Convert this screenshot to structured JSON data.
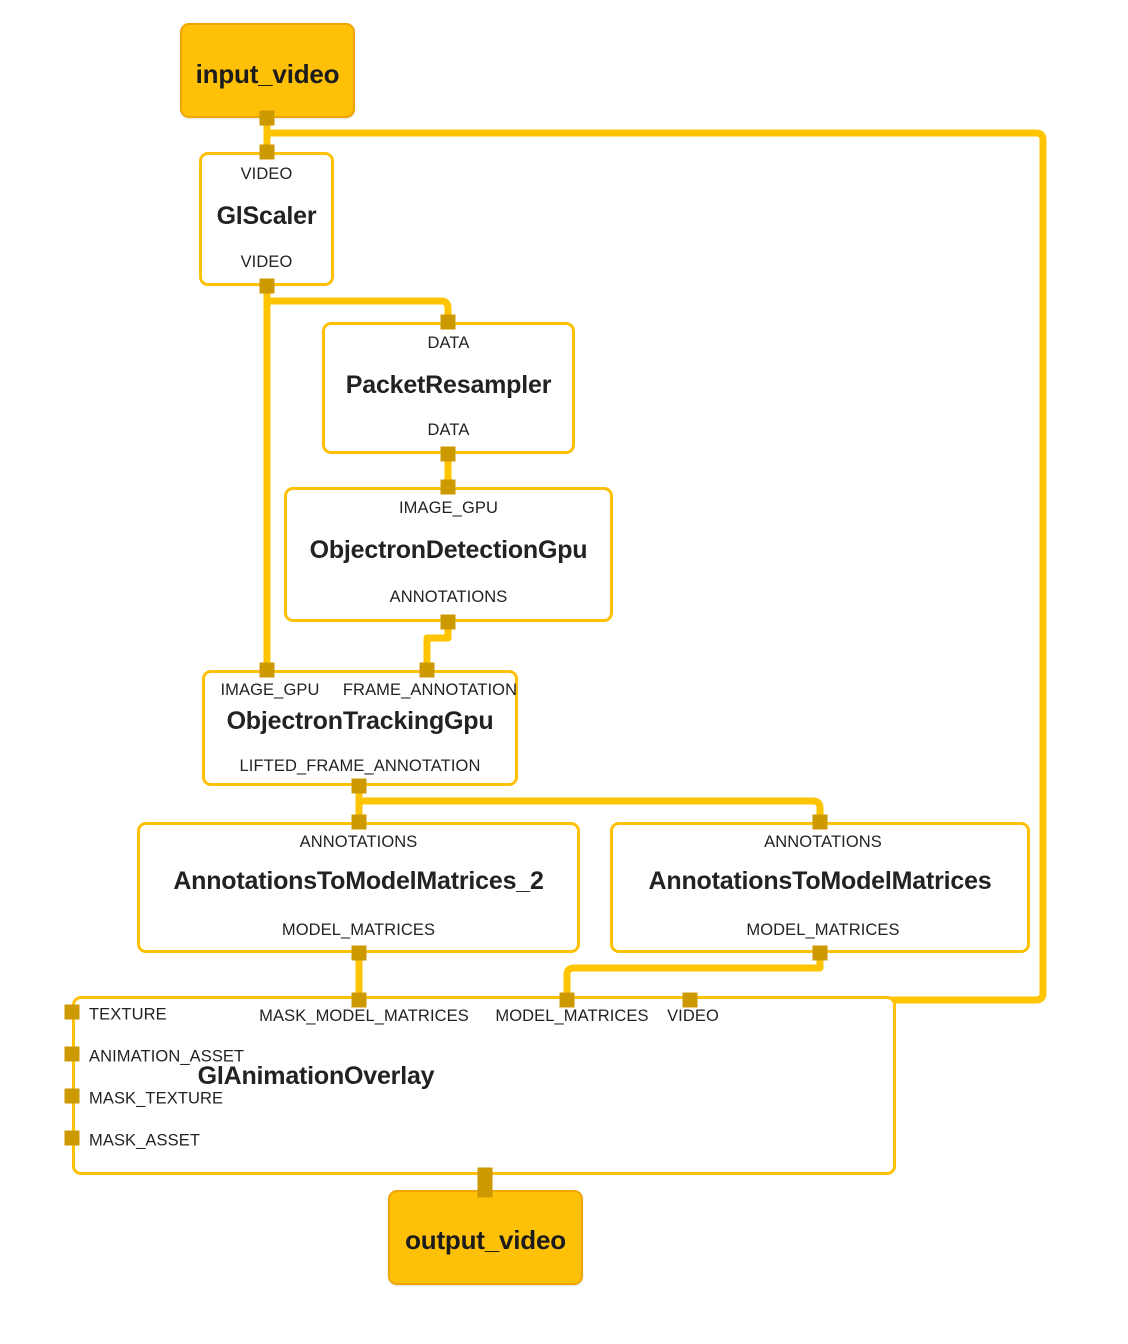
{
  "diagram": {
    "kind": "mediapipe-calculator-graph",
    "colors": {
      "edge": "#FFC400",
      "port": "#CC9A00",
      "node_border": "#FFC107",
      "node_fill": "#FFFFFF",
      "terminal_fill": "#FFC107",
      "terminal_border": "#F0A500",
      "text": "#222222",
      "background": "#FFFFFF"
    }
  },
  "nodes": {
    "input_video": {
      "title": "input_video",
      "type": "terminal"
    },
    "gl_scaler": {
      "title": "GlScaler",
      "type": "calculator",
      "inputs": [
        "VIDEO"
      ],
      "outputs": [
        "VIDEO"
      ]
    },
    "packet_resampler": {
      "title": "PacketResampler",
      "type": "calculator",
      "inputs": [
        "DATA"
      ],
      "outputs": [
        "DATA"
      ]
    },
    "objectron_detection_gpu": {
      "title": "ObjectronDetectionGpu",
      "type": "calculator",
      "inputs": [
        "IMAGE_GPU"
      ],
      "outputs": [
        "ANNOTATIONS"
      ]
    },
    "objectron_tracking_gpu": {
      "title": "ObjectronTrackingGpu",
      "type": "calculator",
      "inputs": [
        "IMAGE_GPU",
        "FRAME_ANNOTATION"
      ],
      "outputs": [
        "LIFTED_FRAME_ANNOTATION"
      ]
    },
    "annotations_to_model_matrices_2": {
      "title": "AnnotationsToModelMatrices_2",
      "type": "calculator",
      "inputs": [
        "ANNOTATIONS"
      ],
      "outputs": [
        "MODEL_MATRICES"
      ]
    },
    "annotations_to_model_matrices": {
      "title": "AnnotationsToModelMatrices",
      "type": "calculator",
      "inputs": [
        "ANNOTATIONS"
      ],
      "outputs": [
        "MODEL_MATRICES"
      ]
    },
    "gl_animation_overlay": {
      "title": "GlAnimationOverlay",
      "type": "calculator",
      "inputs_left": [
        "TEXTURE",
        "ANIMATION_ASSET",
        "MASK_TEXTURE",
        "MASK_ASSET"
      ],
      "inputs_top": [
        "MASK_MODEL_MATRICES",
        "MODEL_MATRICES",
        "VIDEO"
      ],
      "outputs": []
    },
    "output_video": {
      "title": "output_video",
      "type": "terminal"
    }
  },
  "labels": {
    "input_video_title": "input_video",
    "gl_scaler_title": "GlScaler",
    "gl_scaler_in_video": "VIDEO",
    "gl_scaler_out_video": "VIDEO",
    "packet_resampler_title": "PacketResampler",
    "packet_resampler_in_data": "DATA",
    "packet_resampler_out_data": "DATA",
    "objectron_detection_title": "ObjectronDetectionGpu",
    "objectron_detection_in_image_gpu": "IMAGE_GPU",
    "objectron_detection_out_annotations": "ANNOTATIONS",
    "objectron_tracking_title": "ObjectronTrackingGpu",
    "objectron_tracking_in_image_gpu": "IMAGE_GPU",
    "objectron_tracking_in_frame_annotation": "FRAME_ANNOTATION",
    "objectron_tracking_out_lifted": "LIFTED_FRAME_ANNOTATION",
    "atmm2_title": "AnnotationsToModelMatrices_2",
    "atmm2_in_annotations": "ANNOTATIONS",
    "atmm2_out_model_matrices": "MODEL_MATRICES",
    "atmm_title": "AnnotationsToModelMatrices",
    "atmm_in_annotations": "ANNOTATIONS",
    "atmm_out_model_matrices": "MODEL_MATRICES",
    "overlay_title": "GlAnimationOverlay",
    "overlay_in_texture": "TEXTURE",
    "overlay_in_animation_asset": "ANIMATION_ASSET",
    "overlay_in_mask_texture": "MASK_TEXTURE",
    "overlay_in_mask_asset": "MASK_ASSET",
    "overlay_in_mask_model_matrices": "MASK_MODEL_MATRICES",
    "overlay_in_model_matrices": "MODEL_MATRICES",
    "overlay_in_video": "VIDEO",
    "output_video_title": "output_video"
  },
  "edges": [
    {
      "from": "input_video",
      "to": "gl_scaler.VIDEO",
      "stream": "input_video"
    },
    {
      "from": "input_video",
      "to": "gl_animation_overlay.VIDEO",
      "stream": "input_video"
    },
    {
      "from": "gl_scaler.VIDEO",
      "to": "packet_resampler.DATA",
      "stream": "scaled_video"
    },
    {
      "from": "gl_scaler.VIDEO",
      "to": "objectron_tracking_gpu.IMAGE_GPU",
      "stream": "scaled_video"
    },
    {
      "from": "packet_resampler.DATA",
      "to": "objectron_detection_gpu.IMAGE_GPU",
      "stream": "sampled_video"
    },
    {
      "from": "objectron_detection_gpu.ANNOTATIONS",
      "to": "objectron_tracking_gpu.FRAME_ANNOTATION",
      "stream": "detected_objects"
    },
    {
      "from": "objectron_tracking_gpu.LIFTED_FRAME_ANNOTATION",
      "to": "annotations_to_model_matrices_2.ANNOTATIONS",
      "stream": "lifted_objects"
    },
    {
      "from": "objectron_tracking_gpu.LIFTED_FRAME_ANNOTATION",
      "to": "annotations_to_model_matrices.ANNOTATIONS",
      "stream": "lifted_objects"
    },
    {
      "from": "annotations_to_model_matrices_2.MODEL_MATRICES",
      "to": "gl_animation_overlay.MASK_MODEL_MATRICES",
      "stream": "mask_model_matrices"
    },
    {
      "from": "annotations_to_model_matrices.MODEL_MATRICES",
      "to": "gl_animation_overlay.MODEL_MATRICES",
      "stream": "model_matrices"
    },
    {
      "from": "gl_animation_overlay",
      "to": "output_video",
      "stream": "output_video"
    }
  ]
}
